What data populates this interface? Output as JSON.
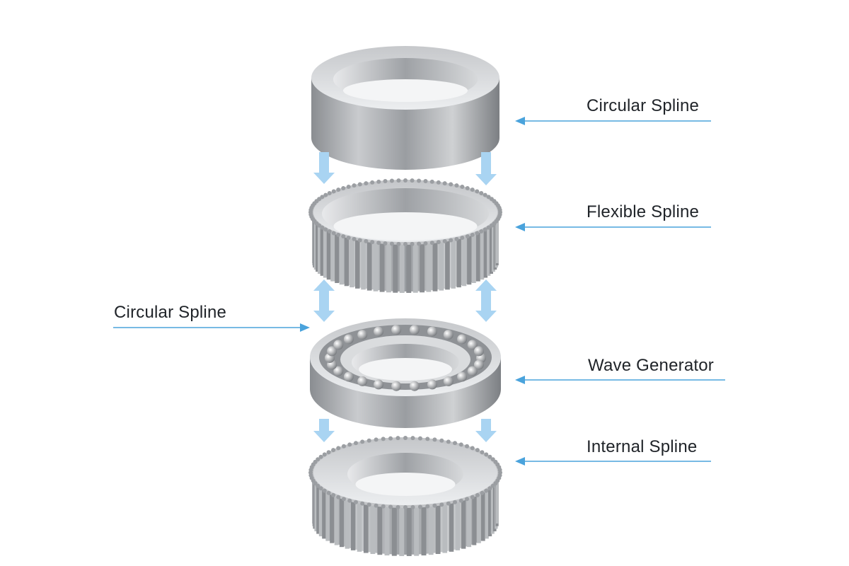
{
  "labels": {
    "circular_spline_right": "Circular Spline",
    "flexible_spline": "Flexible Spline",
    "circular_spline_left": "Circular Spline",
    "wave_generator": "Wave Generator",
    "internal_spline": "Internal Spline"
  },
  "colors": {
    "leader": "#4aa3dc",
    "flow_arrow": "#a9d4f2",
    "metal_light": "#d9dbdd",
    "metal_dark": "#7d8084"
  }
}
